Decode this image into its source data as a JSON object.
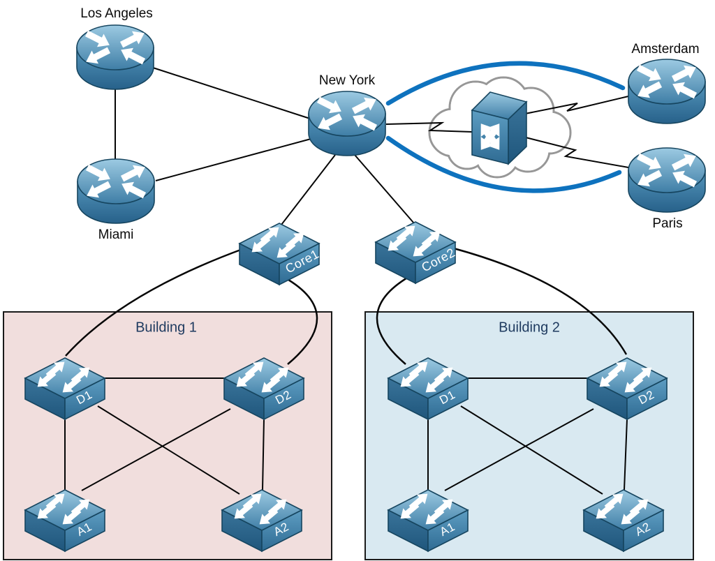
{
  "diagram": {
    "type": "network-topology"
  },
  "nodes": {
    "los_angeles": {
      "label": "Los Angeles",
      "type": "router"
    },
    "miami": {
      "label": "Miami",
      "type": "router"
    },
    "new_york": {
      "label": "New York",
      "type": "router"
    },
    "amsterdam": {
      "label": "Amsterdam",
      "type": "router"
    },
    "paris": {
      "label": "Paris",
      "type": "router"
    },
    "wan_switch": {
      "label": "",
      "type": "wan-switch-in-cloud"
    },
    "core1": {
      "label": "Core1",
      "type": "core-switch"
    },
    "core2": {
      "label": "Core2",
      "type": "core-switch"
    },
    "b1_d1": {
      "label": "D1",
      "type": "distribution-switch"
    },
    "b1_d2": {
      "label": "D2",
      "type": "distribution-switch"
    },
    "b1_a1": {
      "label": "A1",
      "type": "access-switch"
    },
    "b1_a2": {
      "label": "A2",
      "type": "access-switch"
    },
    "b2_d1": {
      "label": "D1",
      "type": "distribution-switch"
    },
    "b2_d2": {
      "label": "D2",
      "type": "distribution-switch"
    },
    "b2_a1": {
      "label": "A1",
      "type": "access-switch"
    },
    "b2_a2": {
      "label": "A2",
      "type": "access-switch"
    }
  },
  "buildings": {
    "building1": {
      "title": "Building 1",
      "fill": "#F1DEDD"
    },
    "building2": {
      "title": "Building 2",
      "fill": "#D9E9F1"
    }
  },
  "links": [
    {
      "from": "los_angeles",
      "to": "miami",
      "style": "line"
    },
    {
      "from": "los_angeles",
      "to": "new_york",
      "style": "line"
    },
    {
      "from": "miami",
      "to": "new_york",
      "style": "line"
    },
    {
      "from": "new_york",
      "to": "wan_switch",
      "style": "serial-zigzag"
    },
    {
      "from": "wan_switch",
      "to": "amsterdam",
      "style": "serial-zigzag"
    },
    {
      "from": "wan_switch",
      "to": "paris",
      "style": "serial-zigzag"
    },
    {
      "from": "new_york",
      "to": "amsterdam",
      "style": "thick-blue-arc"
    },
    {
      "from": "new_york",
      "to": "paris",
      "style": "thick-blue-arc"
    },
    {
      "from": "new_york",
      "to": "core1",
      "style": "line"
    },
    {
      "from": "new_york",
      "to": "core2",
      "style": "line"
    },
    {
      "from": "core1",
      "to": "b1_d1",
      "style": "curve"
    },
    {
      "from": "core1",
      "to": "b1_d2",
      "style": "curve"
    },
    {
      "from": "core2",
      "to": "b2_d1",
      "style": "curve"
    },
    {
      "from": "core2",
      "to": "b2_d2",
      "style": "curve"
    },
    {
      "from": "b1_d1",
      "to": "b1_d2",
      "style": "line"
    },
    {
      "from": "b1_d1",
      "to": "b1_a1",
      "style": "line"
    },
    {
      "from": "b1_d1",
      "to": "b1_a2",
      "style": "line"
    },
    {
      "from": "b1_d2",
      "to": "b1_a1",
      "style": "line"
    },
    {
      "from": "b1_d2",
      "to": "b1_a2",
      "style": "line"
    },
    {
      "from": "b2_d1",
      "to": "b2_d2",
      "style": "line"
    },
    {
      "from": "b2_d1",
      "to": "b2_a1",
      "style": "line"
    },
    {
      "from": "b2_d1",
      "to": "b2_a2",
      "style": "line"
    },
    {
      "from": "b2_d2",
      "to": "b2_a1",
      "style": "line"
    },
    {
      "from": "b2_d2",
      "to": "b2_a2",
      "style": "line"
    }
  ],
  "colors": {
    "node_blue": "#4E8CB4",
    "wan_arc_blue": "#0E72BE",
    "cloud_outline": "#979797",
    "link_black": "#000000",
    "building1_fill": "#F1DEDD",
    "building2_fill": "#D9E9F1"
  }
}
